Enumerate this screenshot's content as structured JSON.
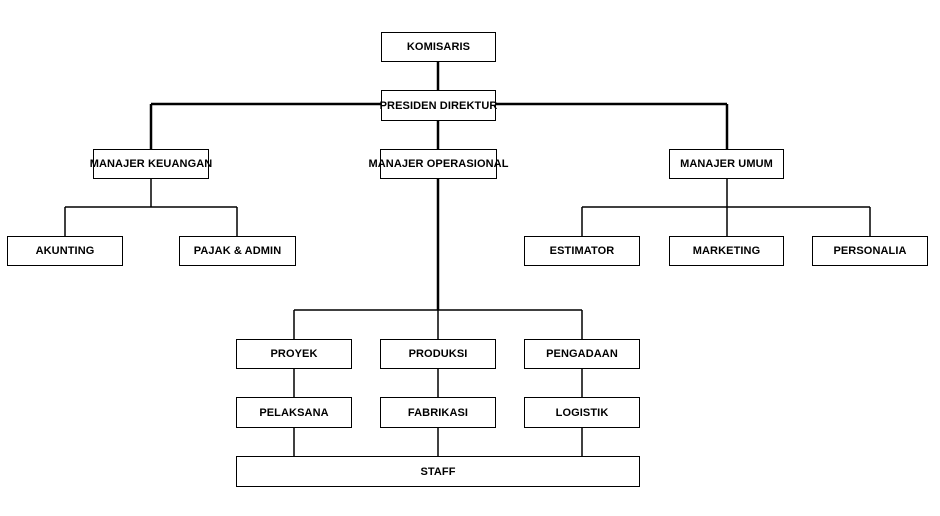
{
  "nodes": {
    "komisaris": "KOMISARIS",
    "presiden_direktur": "PRESIDEN DIREKTUR",
    "manajer_keuangan": "MANAJER KEUANGAN",
    "manajer_operasional": "MANAJER OPERASIONAL",
    "manajer_umum": "MANAJER UMUM",
    "akunting": "AKUNTING",
    "pajak_admin": "PAJAK & ADMIN",
    "estimator": "ESTIMATOR",
    "marketing": "MARKETING",
    "personalia": "PERSONALIA",
    "proyek": "PROYEK",
    "produksi": "PRODUKSI",
    "pengadaan": "PENGADAAN",
    "pelaksana": "PELAKSANA",
    "fabrikasi": "FABRIKASI",
    "logistik": "LOGISTIK",
    "staff": "STAFF"
  },
  "colors": {
    "line": "#000000",
    "box_border": "#000000",
    "box_fill": "#ffffff"
  }
}
